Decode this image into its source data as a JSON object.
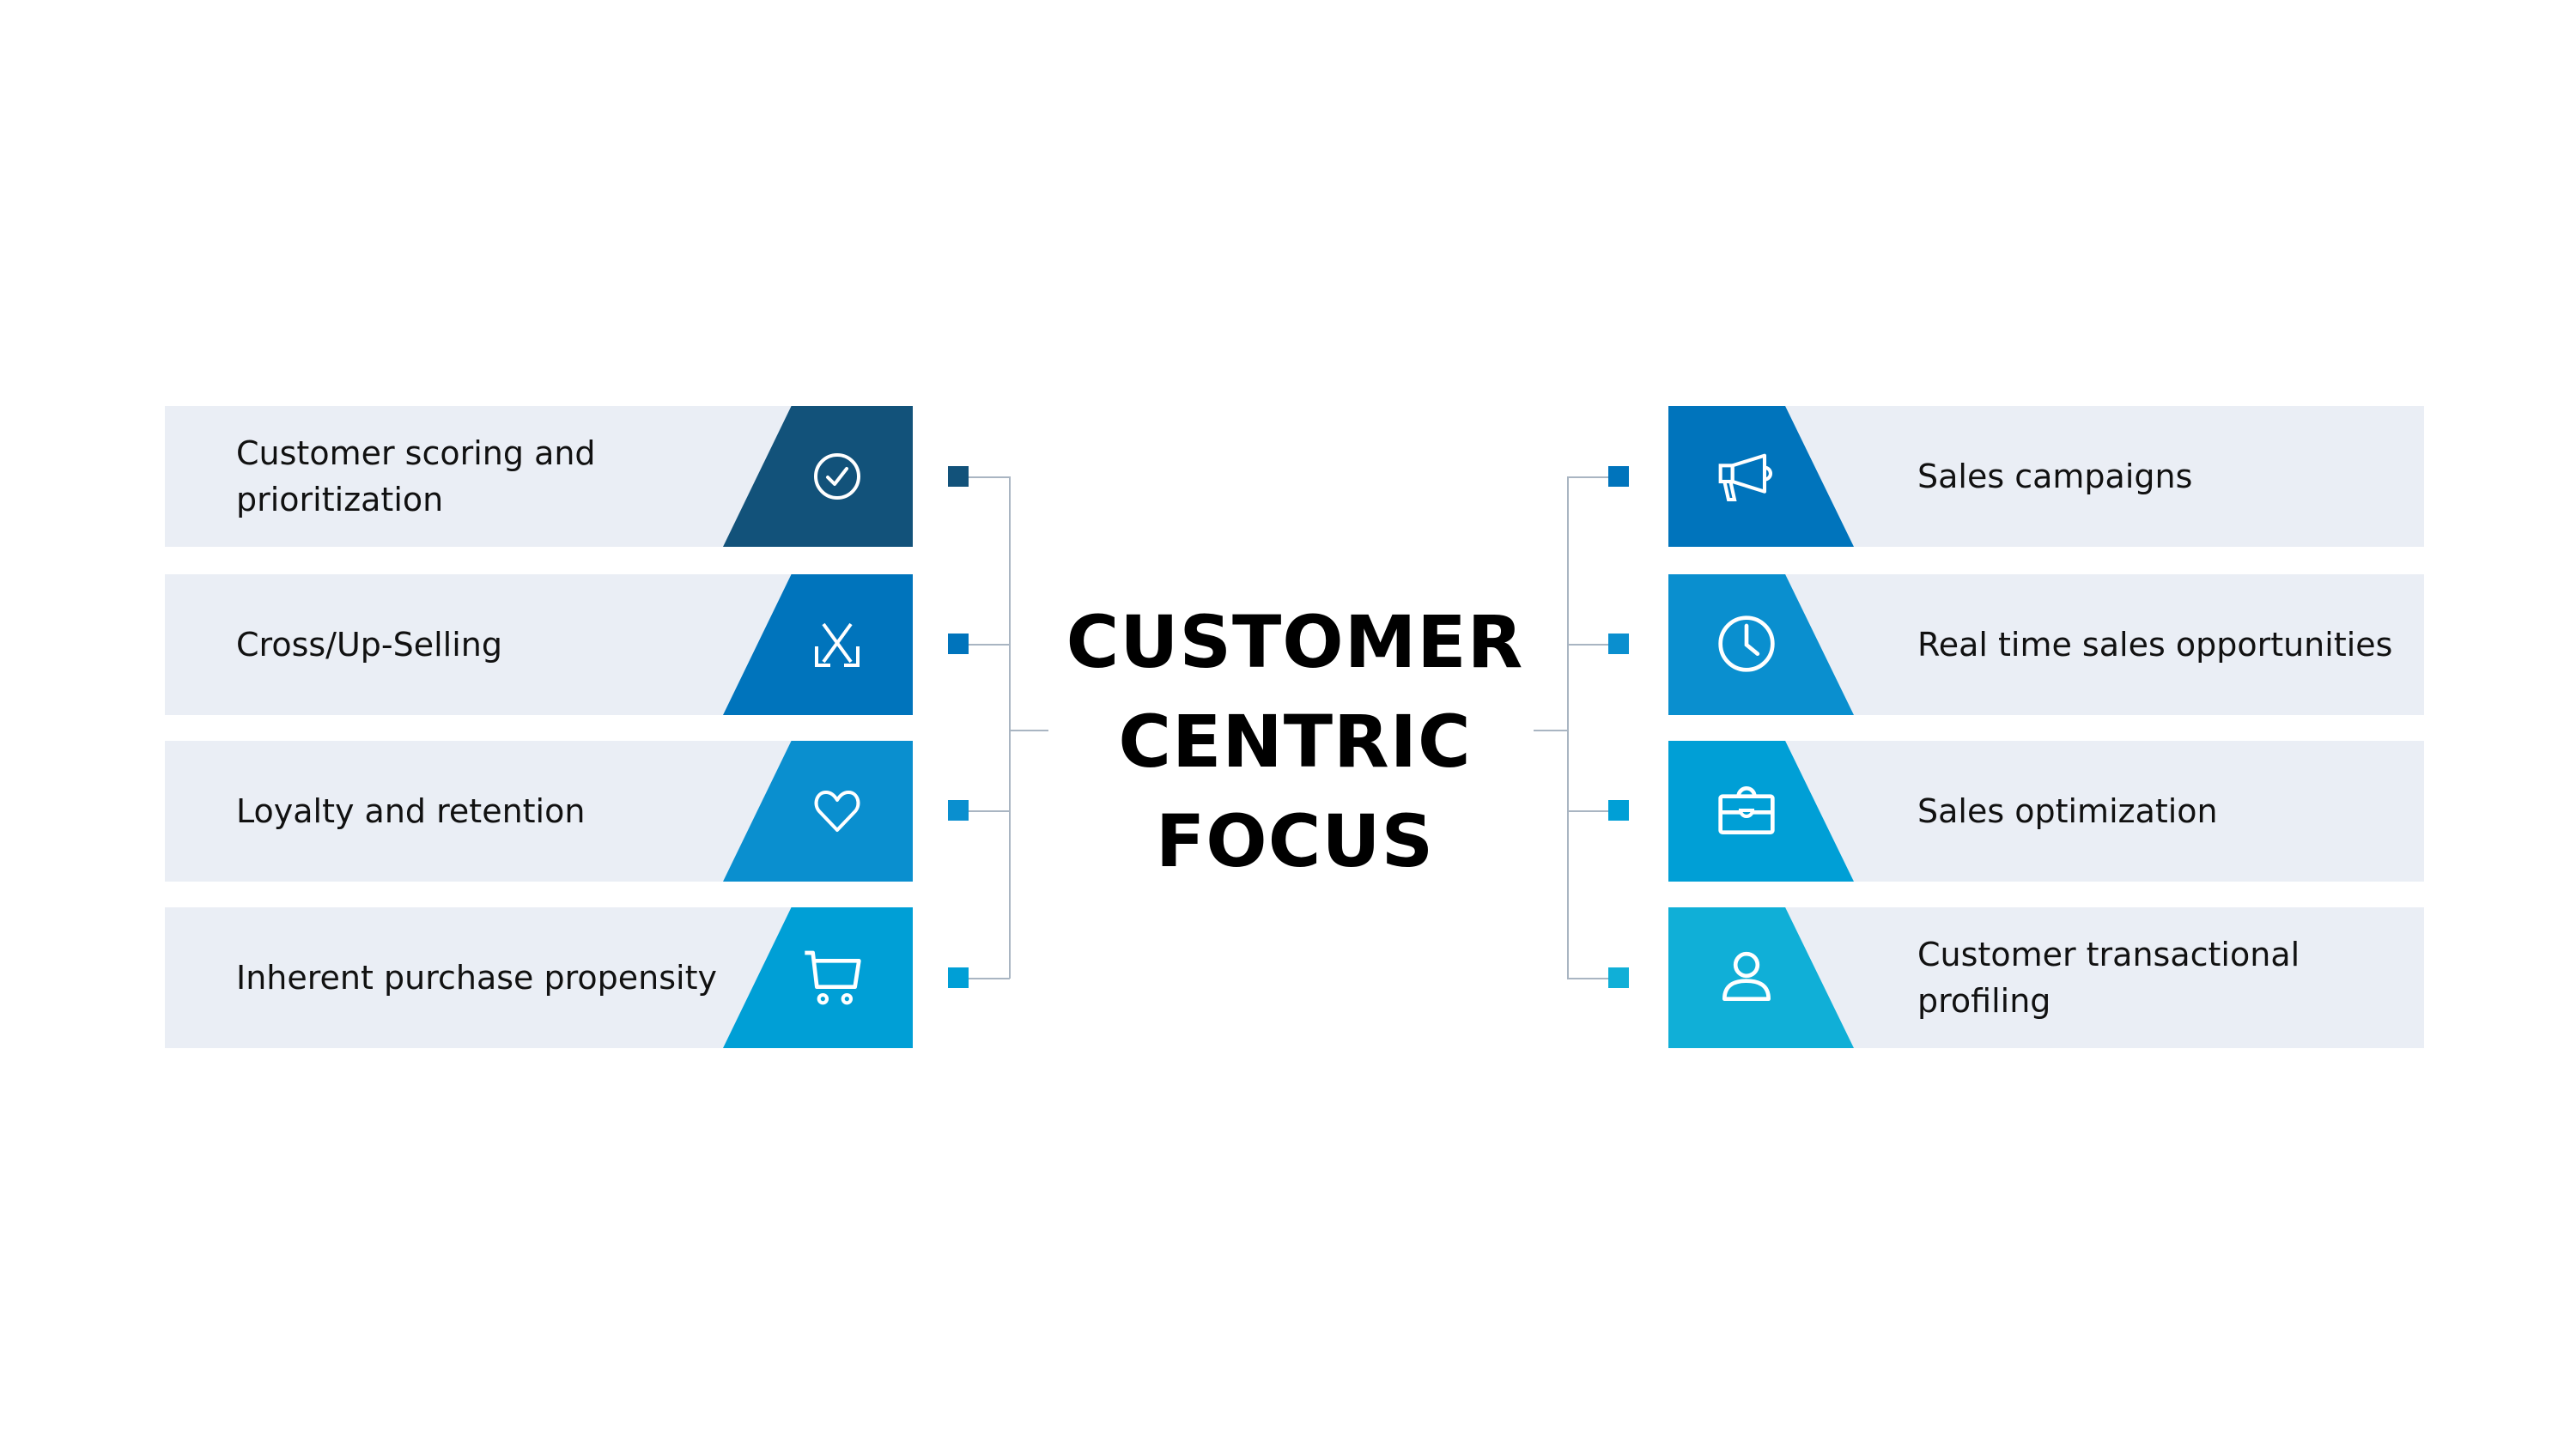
{
  "title": {
    "line1": "CUSTOMER",
    "line2": "CENTRIC",
    "line3": "FOCUS"
  },
  "left_items": [
    {
      "label": "Customer scoring and prioritization",
      "icon": "check-circle-icon",
      "color": "#12527a"
    },
    {
      "label": "Cross/Up-Selling",
      "icon": "cross-arrows-icon",
      "color": "#0074bc"
    },
    {
      "label": "Loyalty and retention",
      "icon": "heart-icon",
      "color": "#0a8fcf"
    },
    {
      "label": "Inherent purchase propensity",
      "icon": "shopping-cart-icon",
      "color": "#009fd6"
    }
  ],
  "right_items": [
    {
      "label": "Sales campaigns",
      "icon": "megaphone-icon",
      "color": "#0074bc"
    },
    {
      "label": "Real time sales opportunities",
      "icon": "clock-icon",
      "color": "#0a8fcf"
    },
    {
      "label": "Sales optimization",
      "icon": "briefcase-icon",
      "color": "#009fd6"
    },
    {
      "label": "Customer transactional profiling",
      "icon": "user-icon",
      "color": "#10afd7"
    }
  ]
}
